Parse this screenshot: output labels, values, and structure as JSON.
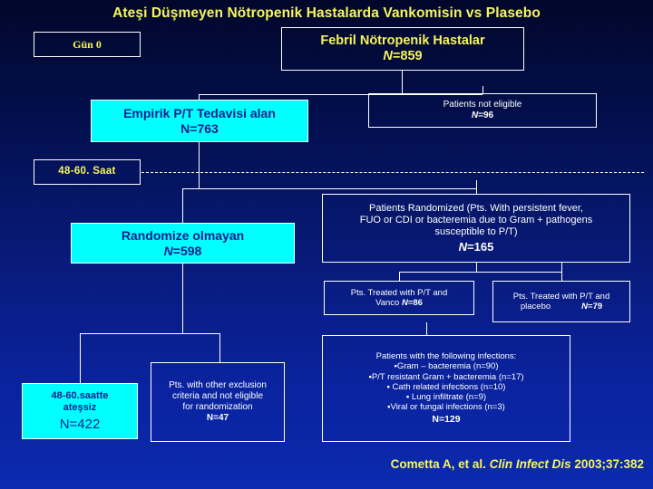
{
  "slide": {
    "title": "Ateşi Düşmeyen Nötropenik Hastalarda Vankomisin vs Plasebo",
    "background_top_color": "#01072a",
    "background_bottom_color": "#0b2aae",
    "accent_cyan": "#00ffff",
    "accent_yellow": "#f7f55c",
    "line_color": "#ffffff"
  },
  "timeline": {
    "day0_label": "Gün 0",
    "hours_label": "48-60. Saat"
  },
  "nodes": {
    "febril": {
      "line1": "Febril Nötropenik Hastalar",
      "n_prefix": "N",
      "n_value": "=859"
    },
    "empirik": {
      "line1": "Empirik P/T Tedavisi alan",
      "line2": "N=763"
    },
    "not_eligible": {
      "line1": "Patients not eligible",
      "n_prefix": "N",
      "n_value": "=96"
    },
    "randomize_olmayan": {
      "line1": "Randomize olmayan",
      "n_prefix": "N",
      "n_value": "=598"
    },
    "randomized": {
      "line1": "Patients Randomized (Pts. With persistent fever,",
      "line2": "FUO or CDI or bacteremia due to Gram + pathogens",
      "line3": "susceptible to P/T)",
      "n_prefix": "N",
      "n_value": "=165"
    },
    "vanco": {
      "line1": "Pts. Treated with P/T and",
      "line2": "Vanco",
      "n_prefix": "N",
      "n_value": "=86"
    },
    "placebo": {
      "line1": "Pts. Treated with P/T and",
      "line2": "placebo",
      "n_prefix": "N",
      "n_value": "=79"
    },
    "atessiz": {
      "line1": "48-60.saatte",
      "line2": "ateşsiz",
      "line3": "N=422"
    },
    "exclusion": {
      "line1": "Pts. with other exclusion",
      "line2": "criteria and not eligible",
      "line3": "for randomization",
      "line4": "N=47"
    },
    "infections": {
      "heading": "Patients with the following infections:",
      "item1": "▪Gram – bacteremia (n=90)",
      "item2": "▪P/T resistant Gram + bacteremia (n=17)",
      "item3": "▪ Cath related infections (n=10)",
      "item4": "▪ Lung infiltrate (n=9)",
      "item5": "▪Viral or fungal infections (n=3)",
      "total": "N=129"
    }
  },
  "citation": {
    "authors": "Cometta A, et al. ",
    "journal": "Clin Infect Dis",
    "reference": " 2003;37:382"
  }
}
